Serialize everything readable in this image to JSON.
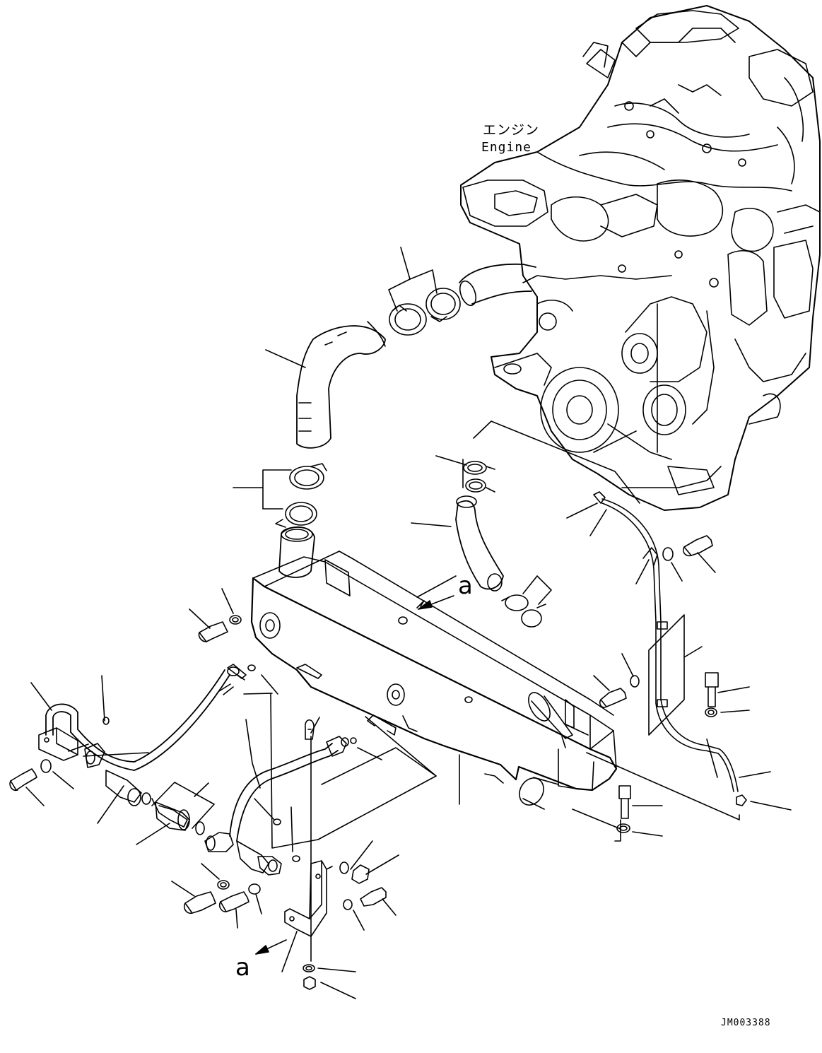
{
  "labels": {
    "engine_jp": "エンジン",
    "engine_en": "Engine",
    "view_a_top": "a",
    "view_a_bottom": "a",
    "drawing_code": "JM003388"
  },
  "colors": {
    "line": "#000000",
    "background": "#ffffff"
  }
}
